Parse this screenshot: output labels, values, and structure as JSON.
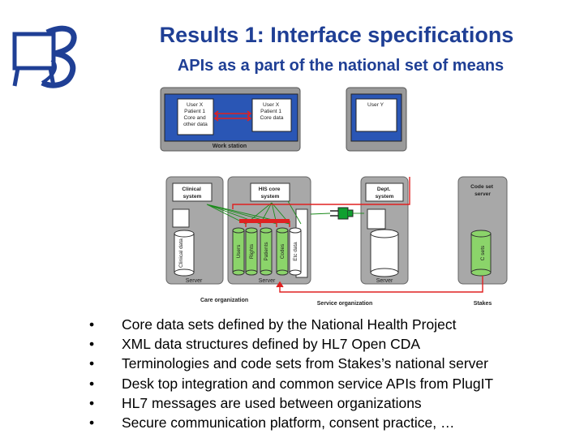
{
  "slide": {
    "title": "Results 1: Interface specifications",
    "subtitle": "APIs as a part of the national set of means"
  },
  "diagram": {
    "workstation": {
      "label": "Work station",
      "windows": [
        {
          "lines": [
            "User X",
            "Patient 1",
            "Core and",
            "other data"
          ]
        },
        {
          "lines": [
            "User X",
            "Patient 1",
            "Core data"
          ]
        },
        {
          "lines": [
            "User Y"
          ]
        }
      ]
    },
    "servers": {
      "clinical": {
        "title": [
          "Clinical",
          "system"
        ],
        "db_label": "Clinical data",
        "server_label": "Server"
      },
      "his": {
        "title": [
          "HIS core",
          "system"
        ],
        "db_labels": [
          "Users",
          "Rights",
          "Patients",
          "Codes",
          "Etc data"
        ],
        "server_label": "Server"
      },
      "dept": {
        "title": [
          "Dept.",
          "system"
        ],
        "server_label": "Server"
      },
      "codeset": {
        "title": [
          "Code set",
          "server"
        ],
        "db_label": "C sets",
        "server_label": "Stakes"
      }
    },
    "org_labels": {
      "care": "Care organization",
      "service": "Service organization"
    },
    "colors": {
      "link_green": "#1a8a1a",
      "link_red": "#e02020",
      "plug_green": "#10a030",
      "db_green": "#8bd46a"
    }
  },
  "bullets": [
    {
      "marker": "•",
      "text": "Core data sets defined by the National Health Project"
    },
    {
      "marker": "•",
      "text": "XML data structures defined by HL7 Open CDA"
    },
    {
      "marker": "•",
      "text": "Terminologies and code sets from Stakes’s national server"
    },
    {
      "marker": "•",
      "text": "Desk top integration and common service APIs from PlugIT"
    },
    {
      "marker": "•",
      "text": "HL7 messages are used between organizations"
    },
    {
      "marker": "•",
      "text": "Secure communication platform, consent practice, …"
    }
  ]
}
